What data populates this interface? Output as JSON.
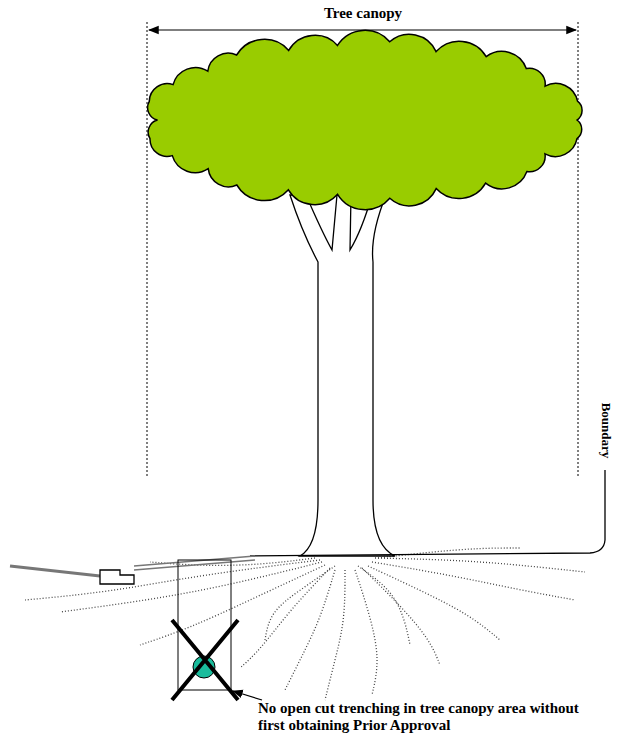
{
  "diagram": {
    "labels": [
      "Tree canopy",
      "Boundary",
      "No open cut trenching in tree canopy area without first obtaining Prior Approval"
    ]
  }
}
